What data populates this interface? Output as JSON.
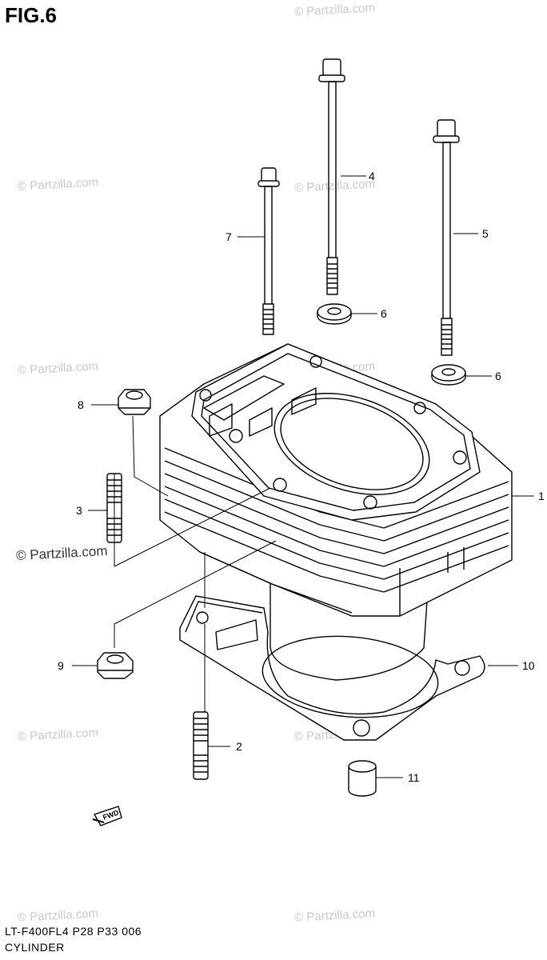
{
  "figure": {
    "title": "FIG.6"
  },
  "watermarks": {
    "text": "© Partzilla.com",
    "strong_text": "© Partzilla.com"
  },
  "callouts": [
    {
      "number": "1",
      "part": "cylinder"
    },
    {
      "number": "2",
      "part": "stud"
    },
    {
      "number": "3",
      "part": "stud"
    },
    {
      "number": "4",
      "part": "bolt-long"
    },
    {
      "number": "5",
      "part": "bolt"
    },
    {
      "number": "6",
      "part": "washer"
    },
    {
      "number": "6",
      "part": "washer"
    },
    {
      "number": "7",
      "part": "bolt-short"
    },
    {
      "number": "8",
      "part": "nut"
    },
    {
      "number": "9",
      "part": "nut"
    },
    {
      "number": "10",
      "part": "gasket"
    },
    {
      "number": "11",
      "part": "dowel-pin"
    }
  ],
  "footer": {
    "model_code": "LT-F400FL4  P28  P33  006",
    "section_name": "CYLINDER"
  },
  "fwd_label": "FWD"
}
